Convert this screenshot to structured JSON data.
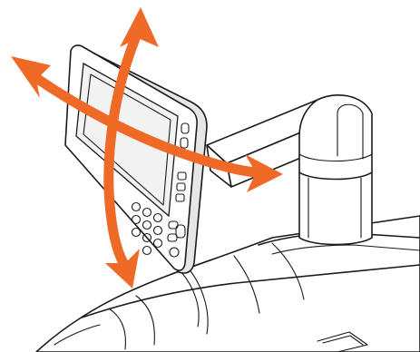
{
  "colors": {
    "arrow": "#ef6a26",
    "line": "#1a1a1a",
    "panel_shade": "#e6e6e6",
    "background": "#ffffff"
  },
  "illustration": {
    "subject": "control-panel-on-swivel-arm",
    "arrows": [
      {
        "name": "vertical-tilt-arrow",
        "icon": "double-headed-arrow"
      },
      {
        "name": "horizontal-swivel-arrow",
        "icon": "double-headed-arrow"
      }
    ]
  }
}
